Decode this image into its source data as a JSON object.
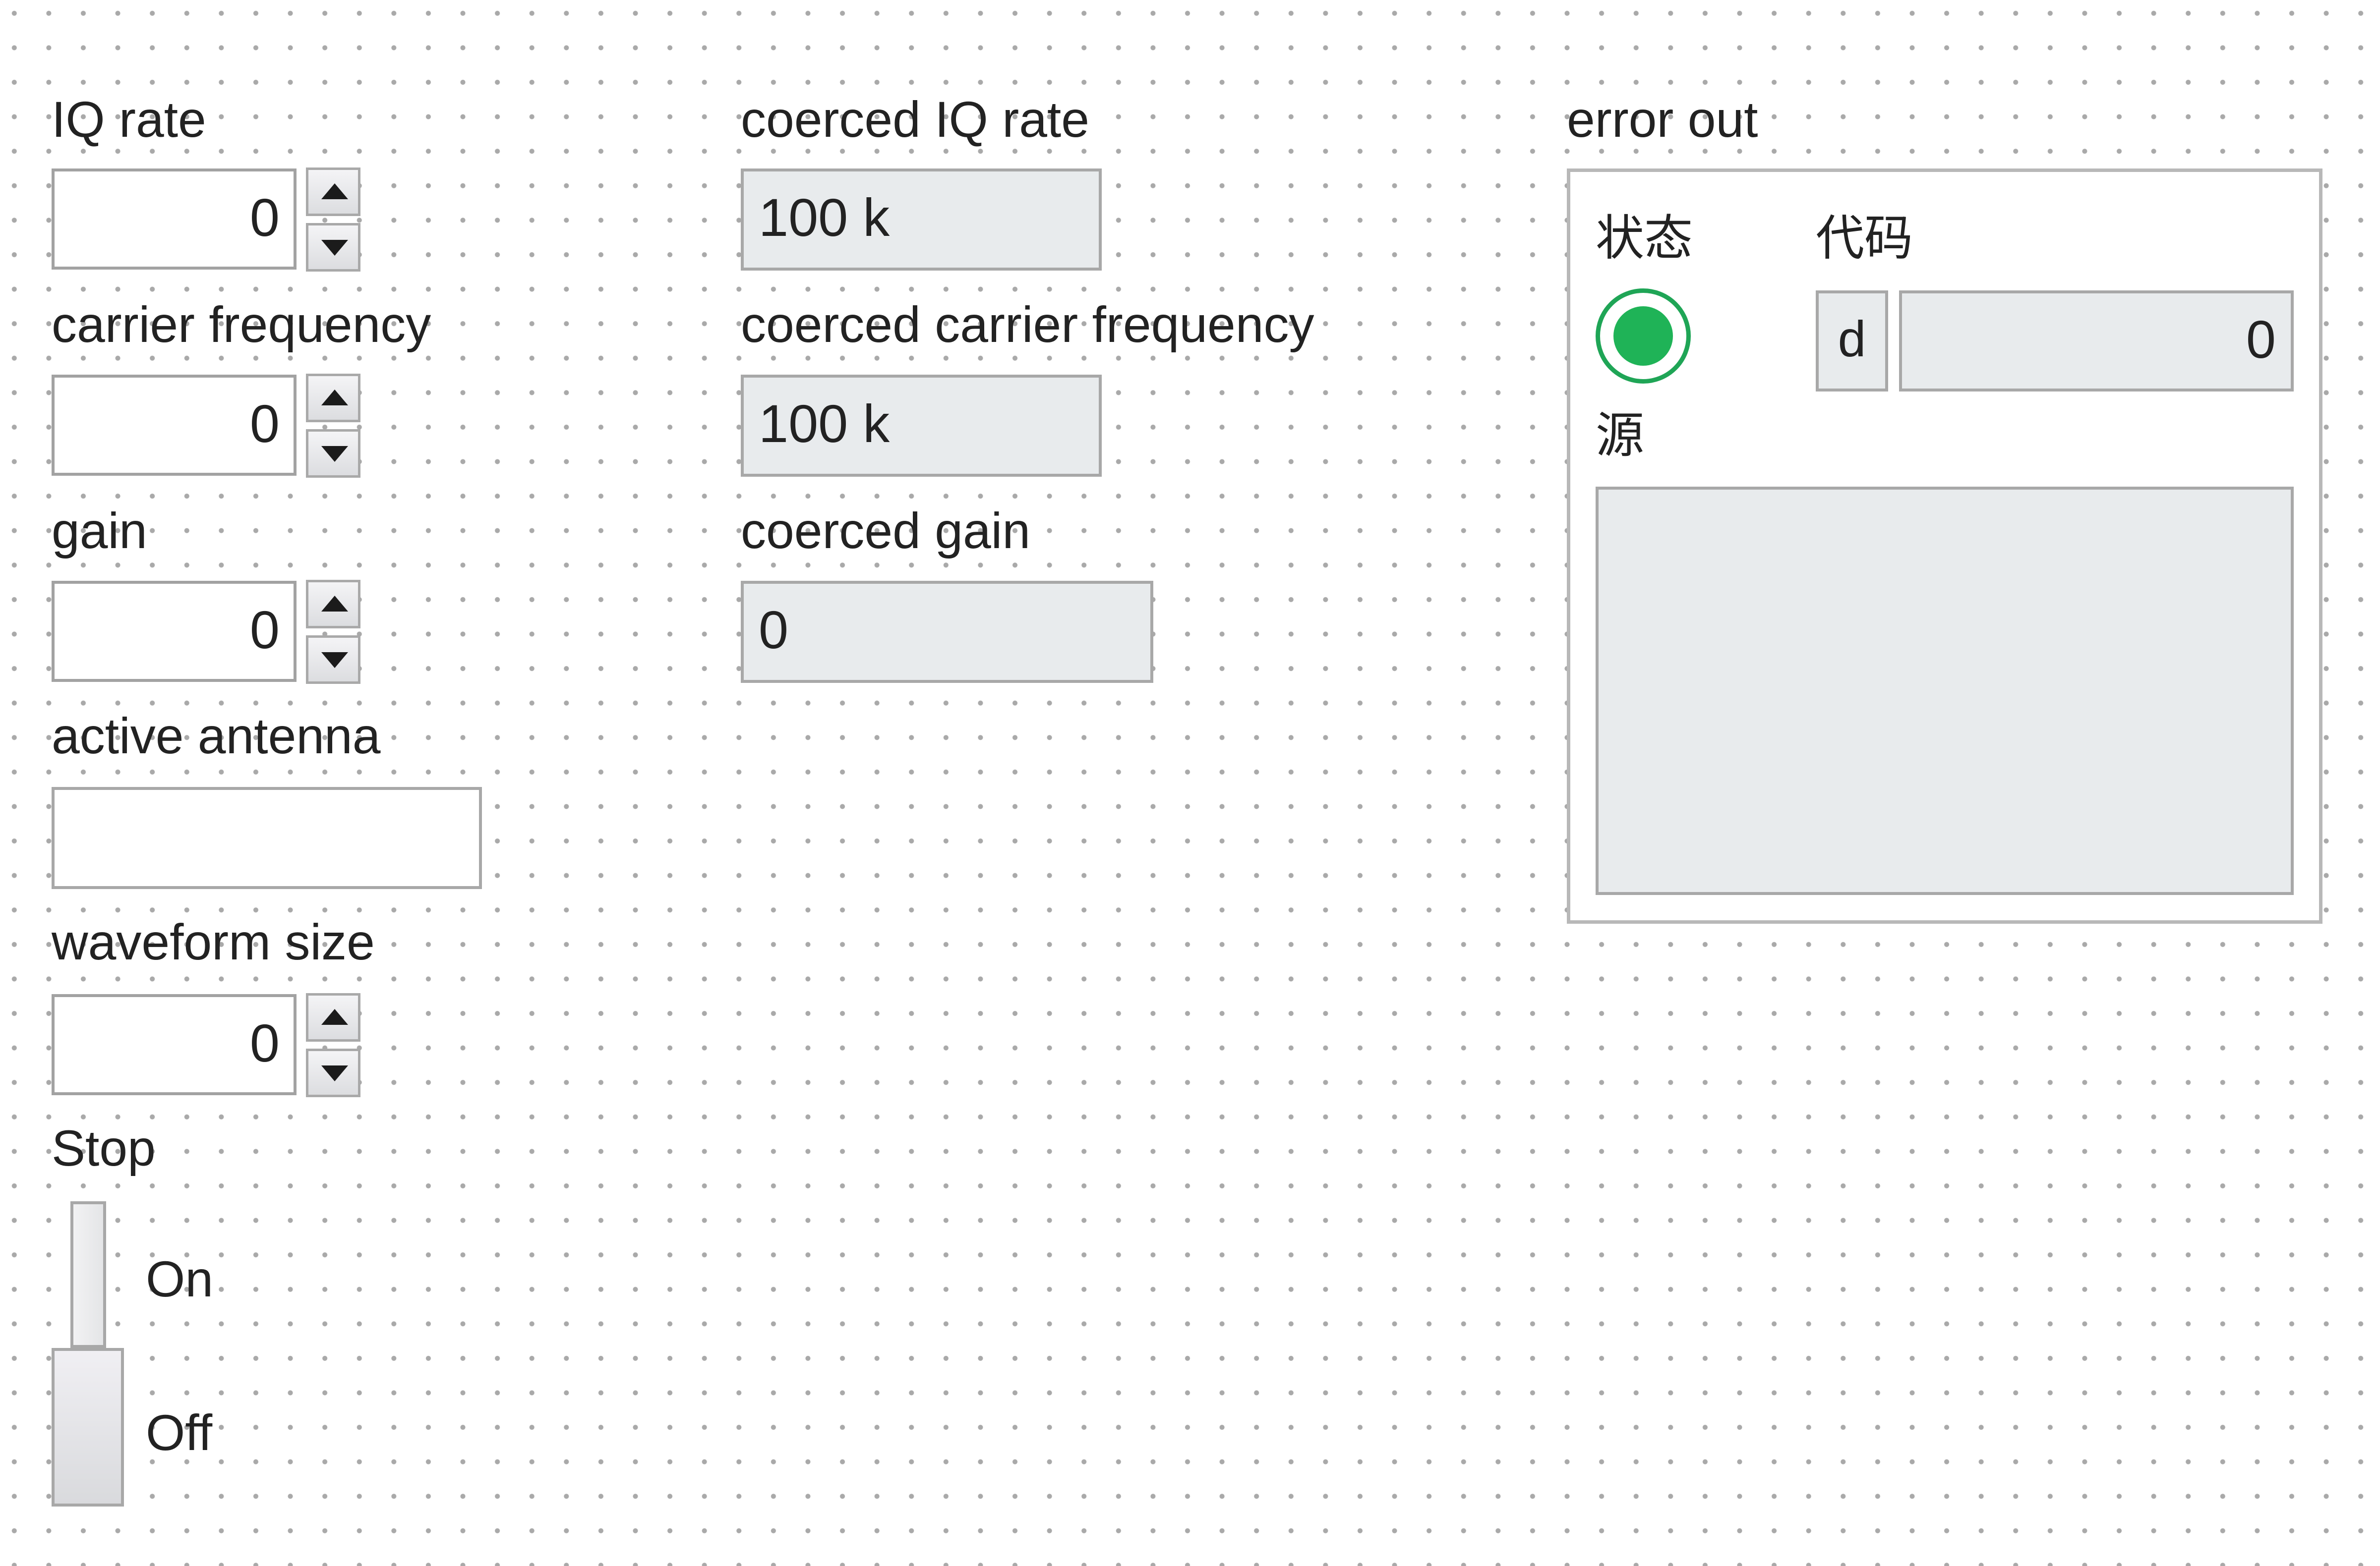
{
  "controls": {
    "iq_rate": {
      "label": "IQ rate",
      "value": "0"
    },
    "carrier_frequency": {
      "label": "carrier frequency",
      "value": "0"
    },
    "gain": {
      "label": "gain",
      "value": "0"
    },
    "active_antenna": {
      "label": "active antenna",
      "value": ""
    },
    "waveform_size": {
      "label": "waveform size",
      "value": "0"
    },
    "stop": {
      "label": "Stop",
      "on_label": "On",
      "off_label": "Off",
      "state": "Off"
    }
  },
  "indicators": {
    "coerced_iq_rate": {
      "label": "coerced IQ rate",
      "value": "100 k"
    },
    "coerced_carrier_frequency": {
      "label": "coerced carrier frequency",
      "value": "100 k"
    },
    "coerced_gain": {
      "label": "coerced gain",
      "value": "0"
    }
  },
  "error_out": {
    "label": "error out",
    "status_label": "状态",
    "code_label": "代码",
    "source_label": "源",
    "radix": "d",
    "code_value": "0",
    "source_value": "",
    "status_color": "#1fb357"
  },
  "icons": {
    "increment": "triangle-up-icon",
    "decrement": "triangle-down-icon"
  }
}
